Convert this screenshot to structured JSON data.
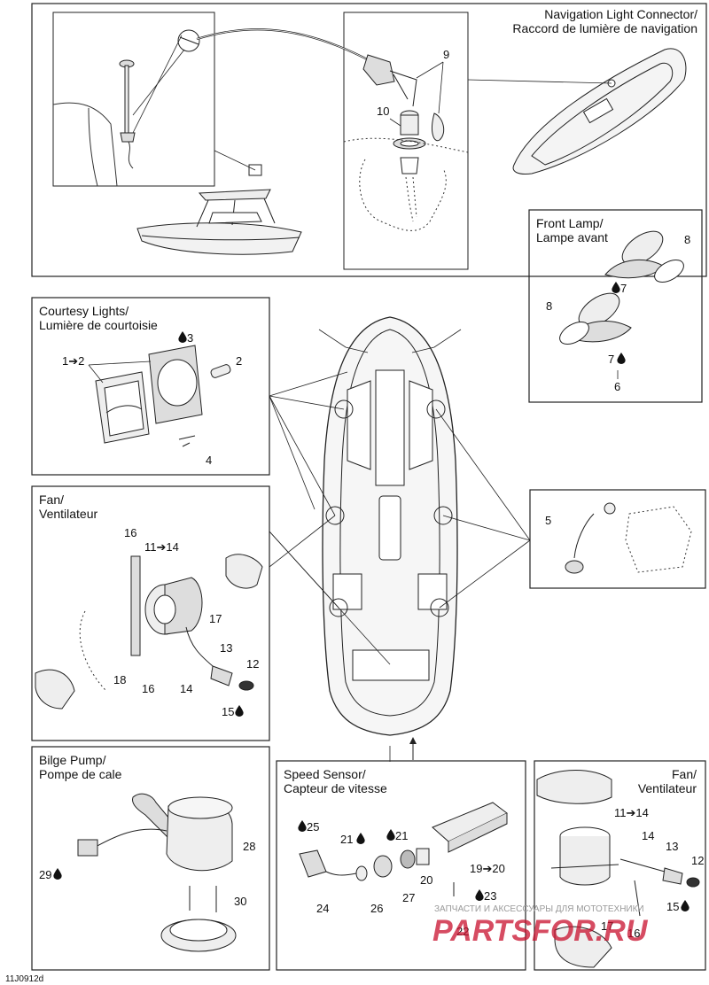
{
  "panels": {
    "nav_light": {
      "title_en": "Navigation Light Connector/",
      "title_fr": "Raccord de lumière de navigation",
      "callouts": [
        "9",
        "10"
      ]
    },
    "front_lamp": {
      "title_en": "Front Lamp/",
      "title_fr": "Lampe avant",
      "callouts": [
        "8",
        "7",
        "8",
        "7",
        "6"
      ]
    },
    "courtesy": {
      "title_en": "Courtesy Lights/",
      "title_fr": "Lumière de courtoisie",
      "callouts": [
        "3",
        "1➔2",
        "2",
        "4"
      ]
    },
    "fan_left": {
      "title_en": "Fan/",
      "title_fr": "Ventilateur",
      "callouts": [
        "16",
        "11➔14",
        "17",
        "13",
        "12",
        "18",
        "16",
        "14",
        "15"
      ]
    },
    "sensor_side": {
      "callouts": [
        "5"
      ]
    },
    "bilge": {
      "title_en": "Bilge Pump/",
      "title_fr": "Pompe de cale",
      "callouts": [
        "28",
        "29",
        "30"
      ]
    },
    "speed": {
      "title_en": "Speed Sensor/",
      "title_fr": "Capteur de vitesse",
      "callouts": [
        "25",
        "21",
        "21",
        "19➔20",
        "20",
        "27",
        "23",
        "24",
        "26",
        "22"
      ]
    },
    "fan_right": {
      "title_en": "Fan/",
      "title_fr": "Ventilateur",
      "callouts": [
        "11➔14",
        "14",
        "13",
        "12",
        "15",
        "17",
        "16"
      ]
    }
  },
  "diagram_code": "11J0912d",
  "watermark": {
    "top": "ЗАПЧАСТИ И АКСЕССУАРЫ ДЛЯ МОТОТЕХНИКИ",
    "main": "PARTSFOR.RU",
    "color": "#c8102e"
  },
  "drop_symbol": "drop-icon"
}
